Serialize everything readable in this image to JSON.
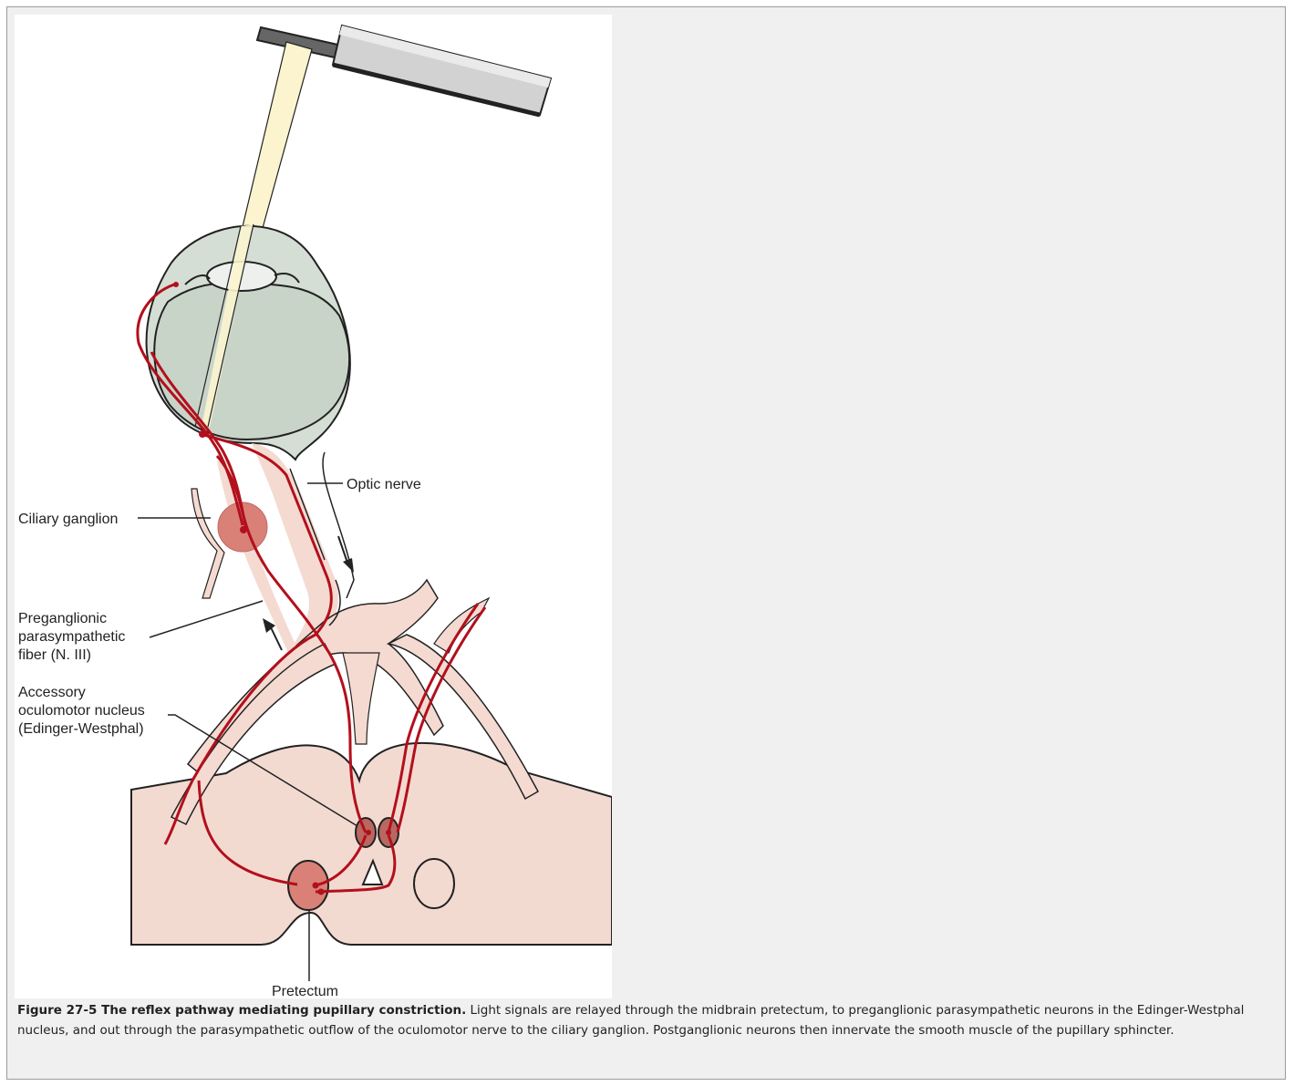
{
  "figure": {
    "labels": {
      "optic_nerve": "Optic nerve",
      "ciliary_ganglion": "Ciliary ganglion",
      "preganglionic_line1": "Preganglionic",
      "preganglionic_line2": "parasympathetic",
      "preganglionic_line3": "fiber (N. III)",
      "accessory_line1": "Accessory",
      "accessory_line2": "oculomotor nucleus",
      "accessory_line3": "(Edinger-Westphal)",
      "pretectum": "Pretectum"
    },
    "colors": {
      "pathway": "#b30f1c",
      "tissue": "#f5dad1",
      "eyeball": "#ccd6cc",
      "light_beam": "#fbf4cf",
      "nucleus": "#d98177",
      "background": "#f0f0f0"
    }
  },
  "caption": {
    "title": "Figure 27-5 The reflex pathway mediating pupillary constriction.",
    "body": "Light signals are relayed through the midbrain pretectum, to preganglionic parasympathetic neurons in the Edinger-Westphal nucleus, and out through the parasympathetic outflow of the oculomotor nerve to the ciliary ganglion. Postganglionic neurons then innervate the smooth muscle of the pupillary sphincter."
  }
}
